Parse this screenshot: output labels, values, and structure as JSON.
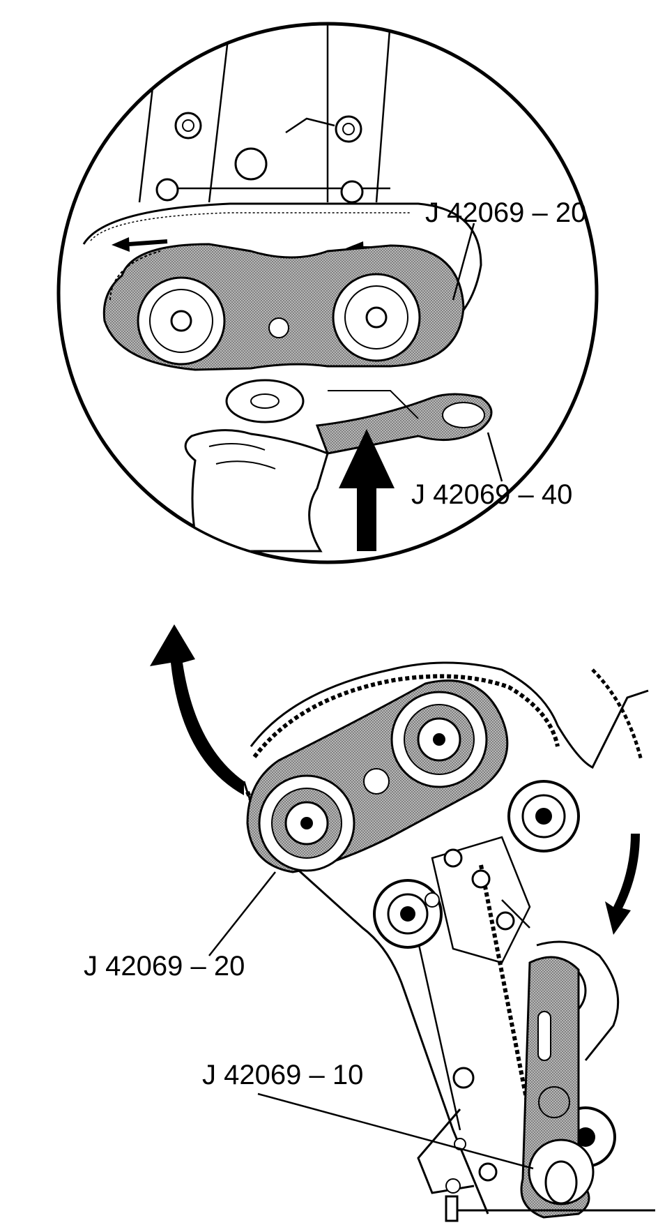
{
  "callouts": {
    "inset_sprocket_tool": "J 42069 – 20",
    "inset_lower_tool": "J 42069 – 40",
    "main_sprocket_tool": "J 42069 – 20",
    "main_tensioner_tool": "J 42069 – 10"
  },
  "colors": {
    "ink": "#000000",
    "paper": "#ffffff",
    "shade": "#9a9a9a"
  },
  "icons": [
    "zoom-arrow-icon",
    "push-up-arrow-icon",
    "rotation-arrow-icon",
    "hand-icon"
  ]
}
